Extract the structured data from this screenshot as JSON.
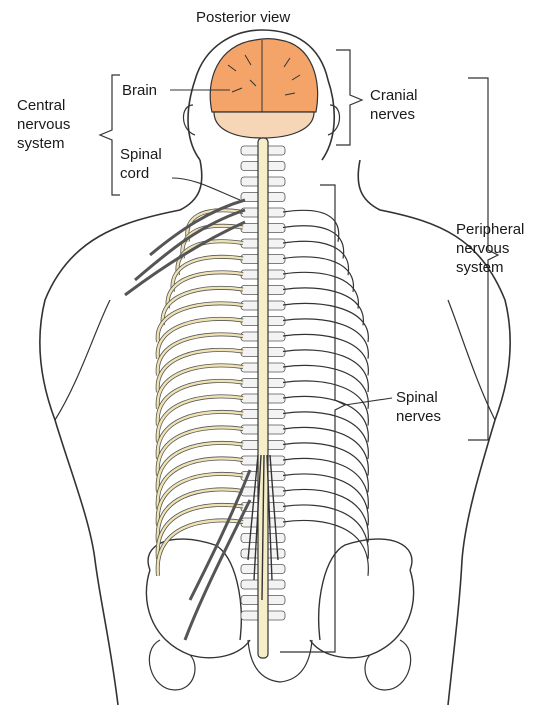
{
  "title": "Posterior view",
  "labels": {
    "brain": "Brain",
    "central": [
      "Central",
      "nervous",
      "system"
    ],
    "spinal_cord": [
      "Spinal",
      "cord"
    ],
    "cranial": [
      "Cranial",
      "nerves"
    ],
    "peripheral": [
      "Peripheral",
      "nervous",
      "system"
    ],
    "spinal_nerves": [
      "Spinal",
      "nerves"
    ]
  },
  "colors": {
    "brain": "#f4a468",
    "brain_lower": "#f7d6b8",
    "nerve": "#efe3b4",
    "outline": "#333333",
    "spine": "#f6eec8"
  }
}
